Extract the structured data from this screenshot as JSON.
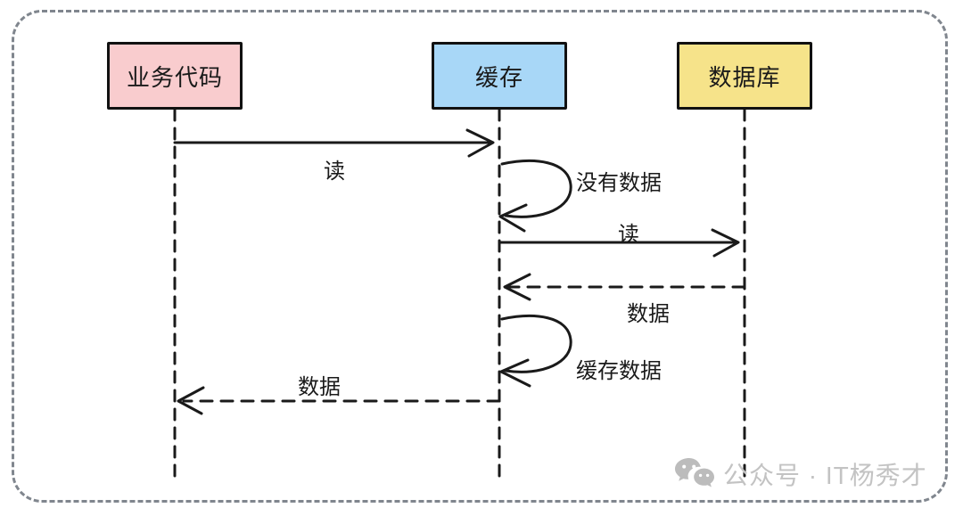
{
  "diagram": {
    "title": "cache-read-sequence",
    "actors": [
      {
        "label": "业务代码",
        "color": "#f9ccce"
      },
      {
        "label": "缓存",
        "color": "#a8d7f7"
      },
      {
        "label": "数据库",
        "color": "#f6e38a"
      }
    ],
    "messages": [
      {
        "label": "读",
        "from": "业务代码",
        "to": "缓存",
        "style": "solid"
      },
      {
        "label": "没有数据",
        "from": "缓存",
        "to": "缓存",
        "style": "self-loop"
      },
      {
        "label": "读",
        "from": "缓存",
        "to": "数据库",
        "style": "solid"
      },
      {
        "label": "数据",
        "from": "数据库",
        "to": "缓存",
        "style": "dashed"
      },
      {
        "label": "缓存数据",
        "from": "缓存",
        "to": "缓存",
        "style": "self-loop"
      },
      {
        "label": "数据",
        "from": "缓存",
        "to": "业务代码",
        "style": "dashed"
      }
    ],
    "colors": {
      "line": "#1a1a1a",
      "outer_border": "#80868e",
      "watermark": "#c3c3c3"
    },
    "watermark": {
      "icon": "wechat-icon",
      "text": "公众号 · IT杨秀才"
    }
  }
}
